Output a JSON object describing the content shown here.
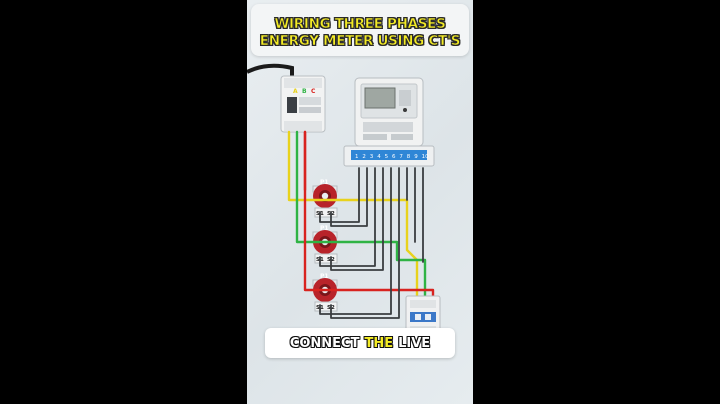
{
  "title": {
    "line1": "WIRING THREE PHASES",
    "line2": "ENERGY METER USING CT'S"
  },
  "caption": {
    "part1": "CONNECT",
    "part2": "THE",
    "part3": "LIVE"
  },
  "supply_breaker": {
    "phase_labels": [
      "A",
      "B",
      "C"
    ]
  },
  "meter": {
    "terminal_numbers": [
      "1",
      "2",
      "3",
      "4",
      "5",
      "6",
      "7",
      "8",
      "9",
      "10"
    ]
  },
  "current_transformers": [
    {
      "primary_label": "P1",
      "s1_label": "S1",
      "s2_label": "S2"
    },
    {
      "primary_label": "P1",
      "s1_label": "S1",
      "s2_label": "S2"
    },
    {
      "primary_label": "P1",
      "s1_label": "S1",
      "s2_label": "S2"
    }
  ],
  "colors": {
    "phase_a": "#e8d21c",
    "phase_b": "#2fb344",
    "phase_c": "#d8231f",
    "ct_body": "#b8232a",
    "meter_terminal": "#2f86d6",
    "title_fill": "#f4ec25"
  }
}
